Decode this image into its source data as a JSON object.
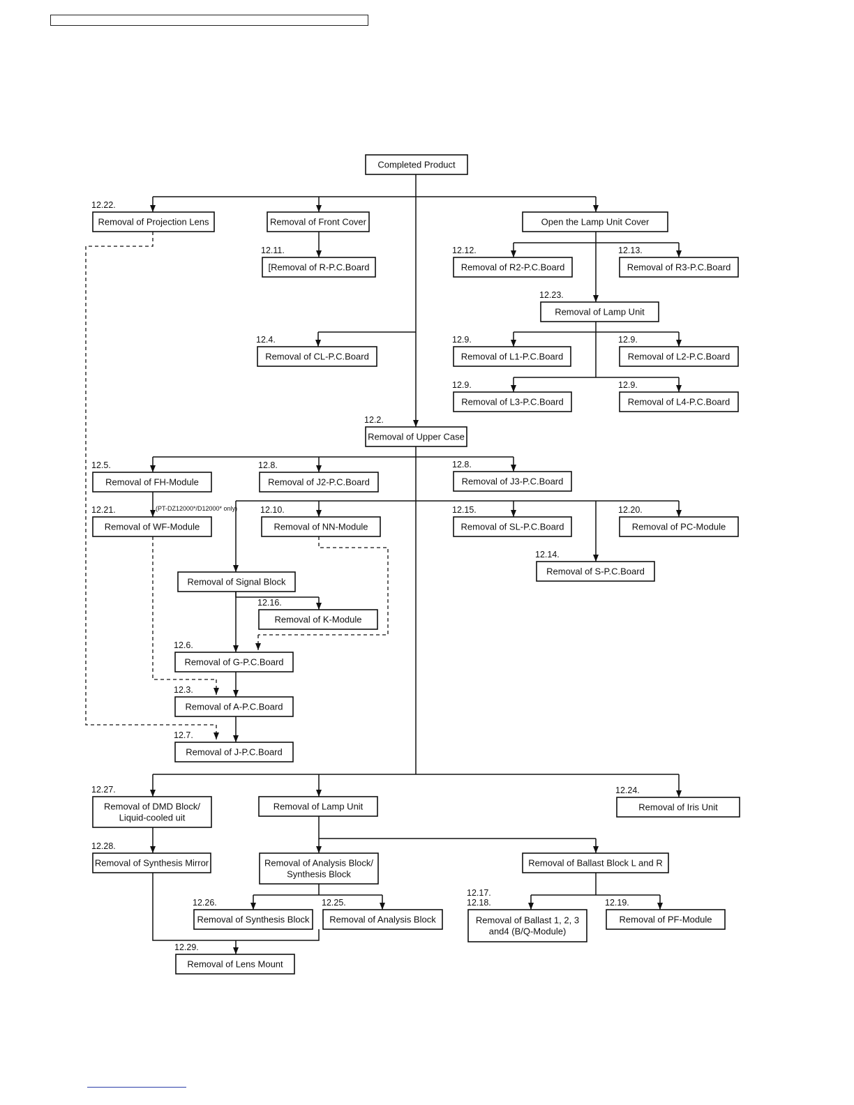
{
  "nodes": {
    "completed_product": {
      "label": [
        "Completed Product"
      ]
    },
    "projection_lens": {
      "num": "12.22.",
      "label": [
        "Removal of Projection Lens"
      ]
    },
    "front_cover": {
      "label": [
        "Removal of Front Cover"
      ]
    },
    "open_lamp_cover": {
      "label": [
        "Open the Lamp Unit Cover"
      ]
    },
    "r_pc_board": {
      "num": "12.11.",
      "label": [
        "[Removal of R-P.C.Board"
      ]
    },
    "r2_pc_board": {
      "num": "12.12.",
      "label": [
        "Removal of R2-P.C.Board"
      ]
    },
    "r3_pc_board": {
      "num": "12.13.",
      "label": [
        "Removal of R3-P.C.Board"
      ]
    },
    "lamp_unit_top": {
      "num": "12.23.",
      "label": [
        "Removal of Lamp Unit"
      ]
    },
    "cl_pc_board": {
      "num": "12.4.",
      "label": [
        "Removal of CL-P.C.Board"
      ]
    },
    "l1_pc_board": {
      "num": "12.9.",
      "label": [
        "Removal of L1-P.C.Board"
      ]
    },
    "l2_pc_board": {
      "num": "12.9.",
      "label": [
        "Removal of L2-P.C.Board"
      ]
    },
    "l3_pc_board": {
      "num": "12.9.",
      "label": [
        "Removal of L3-P.C.Board"
      ]
    },
    "l4_pc_board": {
      "num": "12.9.",
      "label": [
        "Removal of L4-P.C.Board"
      ]
    },
    "upper_case": {
      "num": "12.2.",
      "label": [
        "Removal of Upper Case"
      ]
    },
    "fh_module": {
      "num": "12.5.",
      "label": [
        "Removal of FH-Module"
      ]
    },
    "j2_pc_board": {
      "num": "12.8.",
      "label": [
        "Removal of J2-P.C.Board"
      ]
    },
    "j3_pc_board": {
      "num": "12.8.",
      "label": [
        "Removal of J3-P.C.Board"
      ]
    },
    "wf_module": {
      "num": "12.21.",
      "label": [
        "Removal of WF-Module"
      ]
    },
    "nn_module": {
      "num": "12.10.",
      "label": [
        "Removal of NN-Module"
      ]
    },
    "sl_pc_board": {
      "num": "12.15.",
      "label": [
        "Removal of SL-P.C.Board"
      ]
    },
    "pc_module": {
      "num": "12.20.",
      "label": [
        "Removal of PC-Module"
      ]
    },
    "s_pc_board": {
      "num": "12.14.",
      "label": [
        "Removal of S-P.C.Board"
      ]
    },
    "signal_block": {
      "label": [
        "Removal of Signal Block"
      ]
    },
    "k_module": {
      "num": "12.16.",
      "label": [
        "Removal of K-Module"
      ]
    },
    "g_pc_board": {
      "num": "12.6.",
      "label": [
        "Removal of G-P.C.Board"
      ]
    },
    "a_pc_board": {
      "num": "12.3.",
      "label": [
        "Removal of A-P.C.Board"
      ]
    },
    "j_pc_board": {
      "num": "12.7.",
      "label": [
        "Removal of J-P.C.Board"
      ]
    },
    "dmd_block": {
      "num": "12.27.",
      "label": [
        "Removal of DMD Block/",
        "Liquid-cooled uit"
      ]
    },
    "lamp_unit_bottom": {
      "label": [
        "Removal of Lamp Unit"
      ]
    },
    "iris_unit": {
      "num": "12.24.",
      "label": [
        "Removal of Iris Unit"
      ]
    },
    "synthesis_mirror": {
      "num": "12.28.",
      "label": [
        "Removal of Synthesis Mirror"
      ]
    },
    "analysis_synthesis_block": {
      "label": [
        "Removal of Analysis Block/",
        "Synthesis Block"
      ]
    },
    "ballast_block": {
      "label": [
        "Removal of Ballast Block L and R"
      ]
    },
    "synthesis_block": {
      "num": "12.26.",
      "label": [
        "Removal of Synthesis Block"
      ]
    },
    "analysis_block": {
      "num": "12.25.",
      "label": [
        "Removal of Analysis Block"
      ]
    },
    "ballast_1234": {
      "num": [
        "12.17.",
        "12.18."
      ],
      "label": [
        "Removal of Ballast 1, 2, 3",
        "and4 (B/Q-Module)"
      ]
    },
    "pf_module": {
      "num": "12.19.",
      "label": [
        "Removal of PF-Module"
      ]
    },
    "lens_mount": {
      "num": "12.29.",
      "label": [
        "Removal of Lens Mount"
      ]
    }
  },
  "notes": {
    "wf_condition": "(PT-DZ12000*/D12000* only)"
  }
}
